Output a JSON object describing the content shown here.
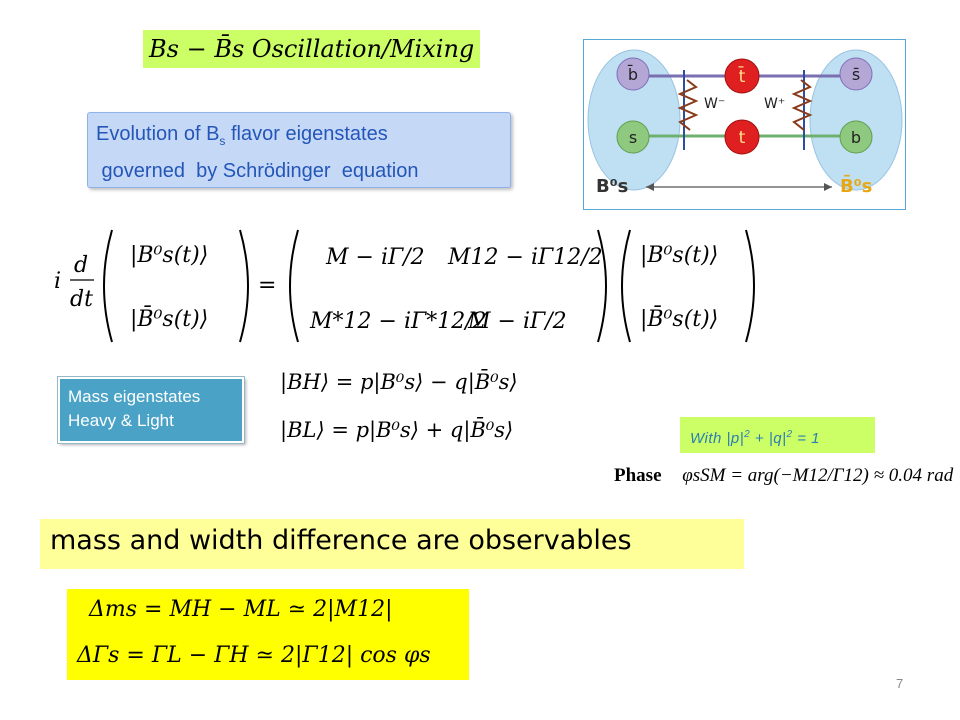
{
  "slide": {
    "title": "Bs − B̄s Oscillation/Mixing",
    "evolution_callout": {
      "line1_prefix": "Evolution of B",
      "line1_sub": "s",
      "line1_suffix": " flavor eigenstates",
      "line2": " governed  by Schrödinger  equation"
    },
    "diagram": {
      "left_quarks": [
        "b̄",
        "s"
      ],
      "right_quarks": [
        "s̄",
        "b"
      ],
      "top_propagator": "t̄",
      "bottom_propagator": "t",
      "w_minus": "W⁻",
      "w_plus": "W⁺",
      "left_meson": "B⁰s",
      "right_meson": "B̄⁰s",
      "colors": {
        "blob": "#bfe0f3",
        "quark_b": "#b4a7d6",
        "quark_s": "#8fc97f",
        "top": "#e02020",
        "meson_right": "#e6a817"
      }
    },
    "equation": {
      "lhs": "i d/dt",
      "ket_B": "|B⁰s(t)⟩",
      "ket_Bbar": "|B̄⁰s(t)⟩",
      "m11": "M − iΓ/2",
      "m12": "M12 − iΓ12/2",
      "m21": "M*12 − iΓ*12/2",
      "m22": "M − iΓ/2"
    },
    "mass_callout": {
      "line1": "Mass eigenstates",
      "line2": "Heavy & Light"
    },
    "eigenstates": {
      "heavy": "|BH⟩ = p|B⁰s⟩ − q|B̄⁰s⟩",
      "light": "|BL⟩ = p|B⁰s⟩ + q|B̄⁰s⟩"
    },
    "normalization": {
      "prefix": "With |p|",
      "mid": " + |q|",
      "suffix": " = 1",
      "exp": "2"
    },
    "phase": {
      "label": "Phase",
      "formula": "φsSM = arg(−M12/Γ12) ≈ 0.04 rad"
    },
    "observables_banner": "mass and width difference are observables",
    "observables": {
      "delta_m": "Δms = MH − ML ≃ 2|M12|",
      "delta_gamma": "ΔΓs = ΓL − ΓH ≃ 2|Γ12| cos φs"
    },
    "page_number": "7"
  }
}
